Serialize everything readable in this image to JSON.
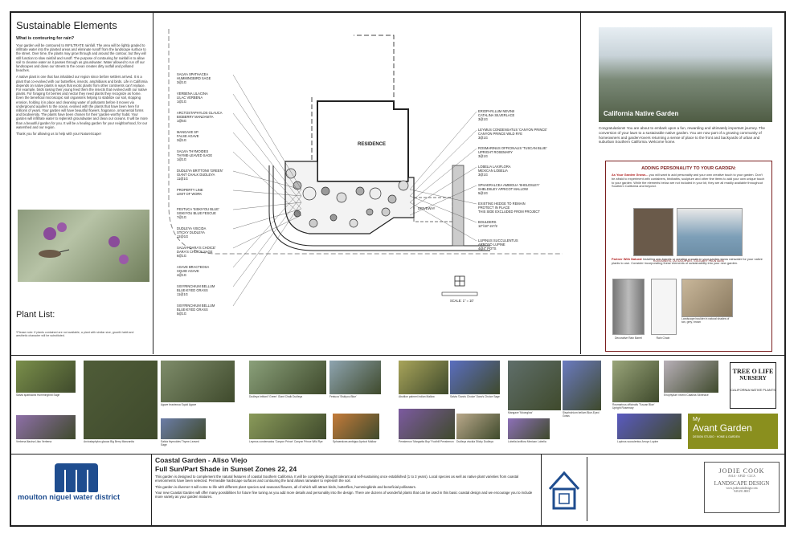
{
  "left": {
    "title": "Sustainable Elements",
    "question": "What is contouring for rain?",
    "para1": "Your garden will be contoured to INFILTRATE rainfall. The area will be lightly graded to infiltrate water into the planted areas and eliminate runoff from the landscape surface to the street. Over time, the plants may grow through and around the contour, but they will still function to slow rainfall and runoff. The purpose of contouring for rainfall is to allow soil to cleanse water as it passes through as groundwater. Water allowed to run off our landscapes and down our streets to the ocean creates dirty outfall and polluted beaches.",
    "para2": "A native plant is one that has inhabited our region since before settlers arrived. It is a plant that co-evolved with our butterflies, insects, amphibians and birds. Life in California depends on native plants in ways that exotic plants from other continents can't replace. For example, birds raising their young feed them the insects that evolved with our native plants. For foraging for berries and nectar they need plants they recognize as home. Even the beneficial microscopic soil organisms helping to stabilize our soil, stopping erosion, holding it in place and cleansing water of pollutants before it moves via underground aquifers to the ocean, evolved with the plants that have been here for millions of years. Your garden will have beautiful flowers, fragrance, ornamental forms and biodiversity. The plants have been chosen for their 'garden-worthy' habit. Your garden will infiltrate water to replenish groundwater and clean our oceans. It will be more than a beautiful garden for you. It will be a healing garden for your neighborhood, for our watershed and our region.",
    "thanks": "Thank you for allowing us to help with your NatureScape!",
    "plant_list": "Plant List:",
    "footnote": "*Please note: If plants contained are not available, a plant with similar size, growth habit and aesthetic character will be substituted."
  },
  "plan": {
    "residence": "RESIDENCE",
    "driveway": "DRIVEWAY",
    "scale": "SCALE: 1\" = 10'",
    "labels_left": [
      [
        "SALVIA SPATHACEA",
        "HUMMINGBIRD SAGE",
        "3@1G"
      ],
      [
        "VERBENA LILACINA",
        "LILAC VERBENA",
        "1@1G"
      ],
      [
        "ARCTOSTAPHYLOS GLAUCA",
        "BIGBERRY MANZANITA",
        "1@5G"
      ],
      [
        "MANGAVE SP.",
        "FALSE AGAVE",
        "3@1G"
      ],
      [
        "SALVIA THYMOIDES",
        "THYME-LEAVED SAGE",
        "1@1G"
      ],
      [
        "DUDLEYA BRITTONII 'GREEN'",
        "GIANT CHALK DUDLEYA",
        "11@1G"
      ],
      [
        "PROPERTY LINE",
        "LIMIT OF WORK",
        ""
      ],
      [
        "FESTUCA 'SISKIYOU BLUE'",
        "SISKIYOU BLUE FESCUE",
        "7@1G"
      ],
      [
        "DUDLEYA VISCIDA",
        "STICKY DUDLEYA",
        "12@1G"
      ],
      [
        "SALVIA 'DARA'S CHOICE'",
        "DARA'S CHOICE SAGE",
        "6@1G"
      ],
      [
        "AGAVE BRACTEOSA",
        "SQUID AGAVE",
        "4@1G"
      ],
      [
        "SISYRINCHIUM BELLUM",
        "BLUE-EYED GRASS",
        "11@1G"
      ],
      [
        "SISYRINCHIUM BELLUM",
        "BLUE-EYED GRASS",
        "5@1G"
      ]
    ],
    "labels_right": [
      [
        "ERIOPHYLLUM NEVINII",
        "CATALINA SILVERLACE",
        "3@1G"
      ],
      [
        "LEYMUS CONDENSATUS 'CANYON PRINCE'",
        "CANYON PRINCE WILD RYE",
        "3@1G"
      ],
      [
        "ROSMARINUS OFFICINALIS 'TUSCAN BLUE'",
        "UPRIGHT ROSEMARY",
        "3@1G"
      ],
      [
        "LOBELIA LAXIFLORA",
        "MEXICAN LOBELIA",
        "3@1G"
      ],
      [
        "SPHAERALCEA AMBIGUA 'SHELDSLEY'",
        "SHELDSLEY APRICOT MALLOW",
        "5@1G"
      ],
      [
        "EXISTING HEDGE TO REMAIN",
        "PROTECT IN PLACE",
        "THIS SIDE EXCLUDED FROM PROJECT"
      ],
      [
        "BOULDERS",
        "12\"/18\"-24\"/2",
        ""
      ],
      [
        "LUPINUS SUCCULENTUS",
        "ARROYO LUPINE",
        "4@4\" POTS"
      ]
    ]
  },
  "right": {
    "photo_caption": "California Native Garden",
    "congrats": "Congratulations! You are about to embark upon a fun, rewarding and ultimately important journey. The conversion of your lawn to a sustainable native garden. You are now part of a growing community of homeowners and garden-lovers returning a sense of place to the front and backyards of urban and suburban Southern California. Welcome home.",
    "add_title": "ADDING PERSONALITY TO YOUR GARDEN:",
    "as_your_garden_grows": "As Your Garden Grows...",
    "add_text": "you will want to add personality and your own creative touch to your garden. Don't be afraid to experiment with containers, birdbaths, sculpture and other fine items to add your own unique touch to your garden. While the elements below are not included in your kit, they are all readily available throughout Southern California and beyond.",
    "cap1": "CONTAINERS, OUTDOOR ART, STATUARY FOUNTAINS",
    "partner_with_natural": "Partner With Natural",
    "partner_text": "Installing rain barrels or creating a swale in your garden slows rainwater for your native plants to use. Consider incorporating these elements of sustainability into your new garden.",
    "cap2": "Decorative Rain Barrel",
    "cap3": "Rain Chain",
    "cap4": "Landscape boulder in natural shades of tan, grey, brown"
  },
  "strip": {
    "items": [
      "Salvia spathacea Hummingbird Sage",
      "Verbena lilacina Lilac Verbena",
      "Arctostaphylos glauca Big Berry Manzanita",
      "Agave bracteosa Squid Agave",
      "Salvia thymoides Thyme-Leaved Sage",
      "Dudleya brittonii 'Green' Giant Chalk Dudleya",
      "Leymus condensatus 'Canyon Prince' Canyon Prince Wild Rye",
      "Festuca 'Siskiyou Blue'",
      "Sphaeralcea ambigua Apricot Mallow",
      "Abutilon palmeri Indian Mallow",
      "Penstemon 'Margarita Bop' Foothill Penstemon",
      "Salvia 'Dara's Choice' Dara's Choice Sage",
      "Dudleya viscida Sticky Dudleya",
      "Mangave 'Moonglow'",
      "Lobelia laxiflora Mexican Lobelia",
      "Sisyrinchium bellum Blue-Eyed Grass",
      "Rosmarinus officinalis 'Tuscan Blue' Upright Rosemary",
      "Eriophyllum nevinii Catalina Silverlace",
      "Lupinus succulentus Arroyo Lupine"
    ],
    "tree_of_life_1": "TREE O LIFE",
    "tree_of_life_2": "NURSERY",
    "tree_of_life_3": "CALIFORNIA NATIVE PLANTS",
    "avant_1": "My",
    "avant_2": "Avant Garden",
    "avant_3": "DESIGN STUDIO · HOME & GARDEN"
  },
  "bottom": {
    "district": "moulton niguel water district",
    "title1": "Coastal Garden - Aliso Viejo",
    "title2": "Full Sun/Part Shade in Sunset Zones 22, 24",
    "p1": "This garden is designed to complement the natural features of coastal Southern California. It will be completely drought tolerant and self-sustaining once established (1 to 3 years). Local species as well as native plant varieties from coastal environments have been selected. Permeable hardscape surfaces and contouring the land allows rainwater to replenish the soil.",
    "p2": "This garden is diverse! It will come to life with different plant species and seasonal flowers, all of which will attract birds, butterflies, hummingbirds and beneficial pollinators.",
    "p3": "Your new Coastal Garden will offer many possibilities for future fine tuning as you add more details and personality into the design. There are dozens of wonderful plants that can be used in this basic coastal design and we encourage you to include more variety as your garden matures.",
    "jc1": "JODIE COOK",
    "jc2": "ASLA · APLD · CLCA",
    "jc3": "LANDSCAPE DESIGN",
    "jc4": "www.jodiecookdesign.com",
    "jc5": "949.291.8003"
  },
  "colors": {
    "accent_blue": "#1f4d8f",
    "accent_maroon": "#7b1f1f"
  }
}
